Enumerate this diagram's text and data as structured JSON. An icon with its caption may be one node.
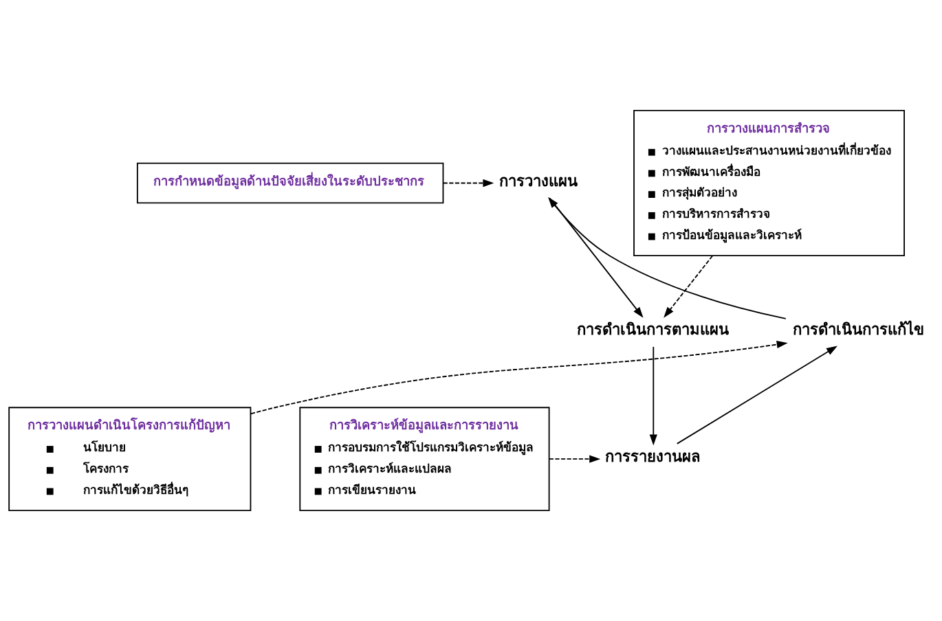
{
  "diagram": {
    "nodes": [
      {
        "text": [
          "การกำหนดข้อมูลด้านปัจจัยเสี่ยงในระดับประชากร"
        ]
      },
      {
        "text": [
          "การวางแผน"
        ]
      },
      {
        "text": [
          "การวางแผนการสำรวจ",
          "วางแผนและประสานงานหน่วยงานที่เกี่ยวข้อง",
          "การพัฒนาเครื่องมือ",
          "การสุ่มตัวอย่าง",
          "การบริหารการสำรวจ",
          "การป้อนข้อมูลและวิเคราะห์"
        ]
      },
      {
        "text": [
          "การดำเนินการแก้ไข"
        ]
      },
      {
        "text": [
          "การดำเนินการตามแผน"
        ]
      },
      {
        "text": [
          "การวางแผนดำเนินโครงการแก้ปัญหา",
          "นโยบาย",
          "โครงการ",
          "การแก้ไขด้วยวิธีอื่นๆ"
        ]
      },
      {
        "text": [
          "การรายงานผล"
        ]
      },
      {
        "text": [
          "การวิเคราะห์ข้อมูลและการรายงาน",
          "การอบรมการใช้โปรแกรมวิเคราะห์ข้อมูล",
          "การวิเคราะห์และแปลผล",
          "การเขียนรายงาน"
        ]
      }
    ],
    "edges": [
      {
        "from": 0,
        "to": 1,
        "arrow": "to",
        "style": "dashed"
      },
      {
        "from": 1,
        "to": 4,
        "arrow": "to"
      },
      {
        "from": 2,
        "to": 4,
        "arrow": "to",
        "style": "dashed"
      },
      {
        "from": 4,
        "to": 6,
        "arrow": "to"
      },
      {
        "from": 7,
        "to": 6,
        "arrow": "to",
        "style": "dashed"
      },
      {
        "from": 6,
        "to": 3,
        "arrow": "to"
      },
      {
        "from": 5,
        "to": 3,
        "arrow": "to",
        "style": "dashed"
      },
      {
        "from": 3,
        "to": 1,
        "arrow": "to"
      }
    ]
  }
}
